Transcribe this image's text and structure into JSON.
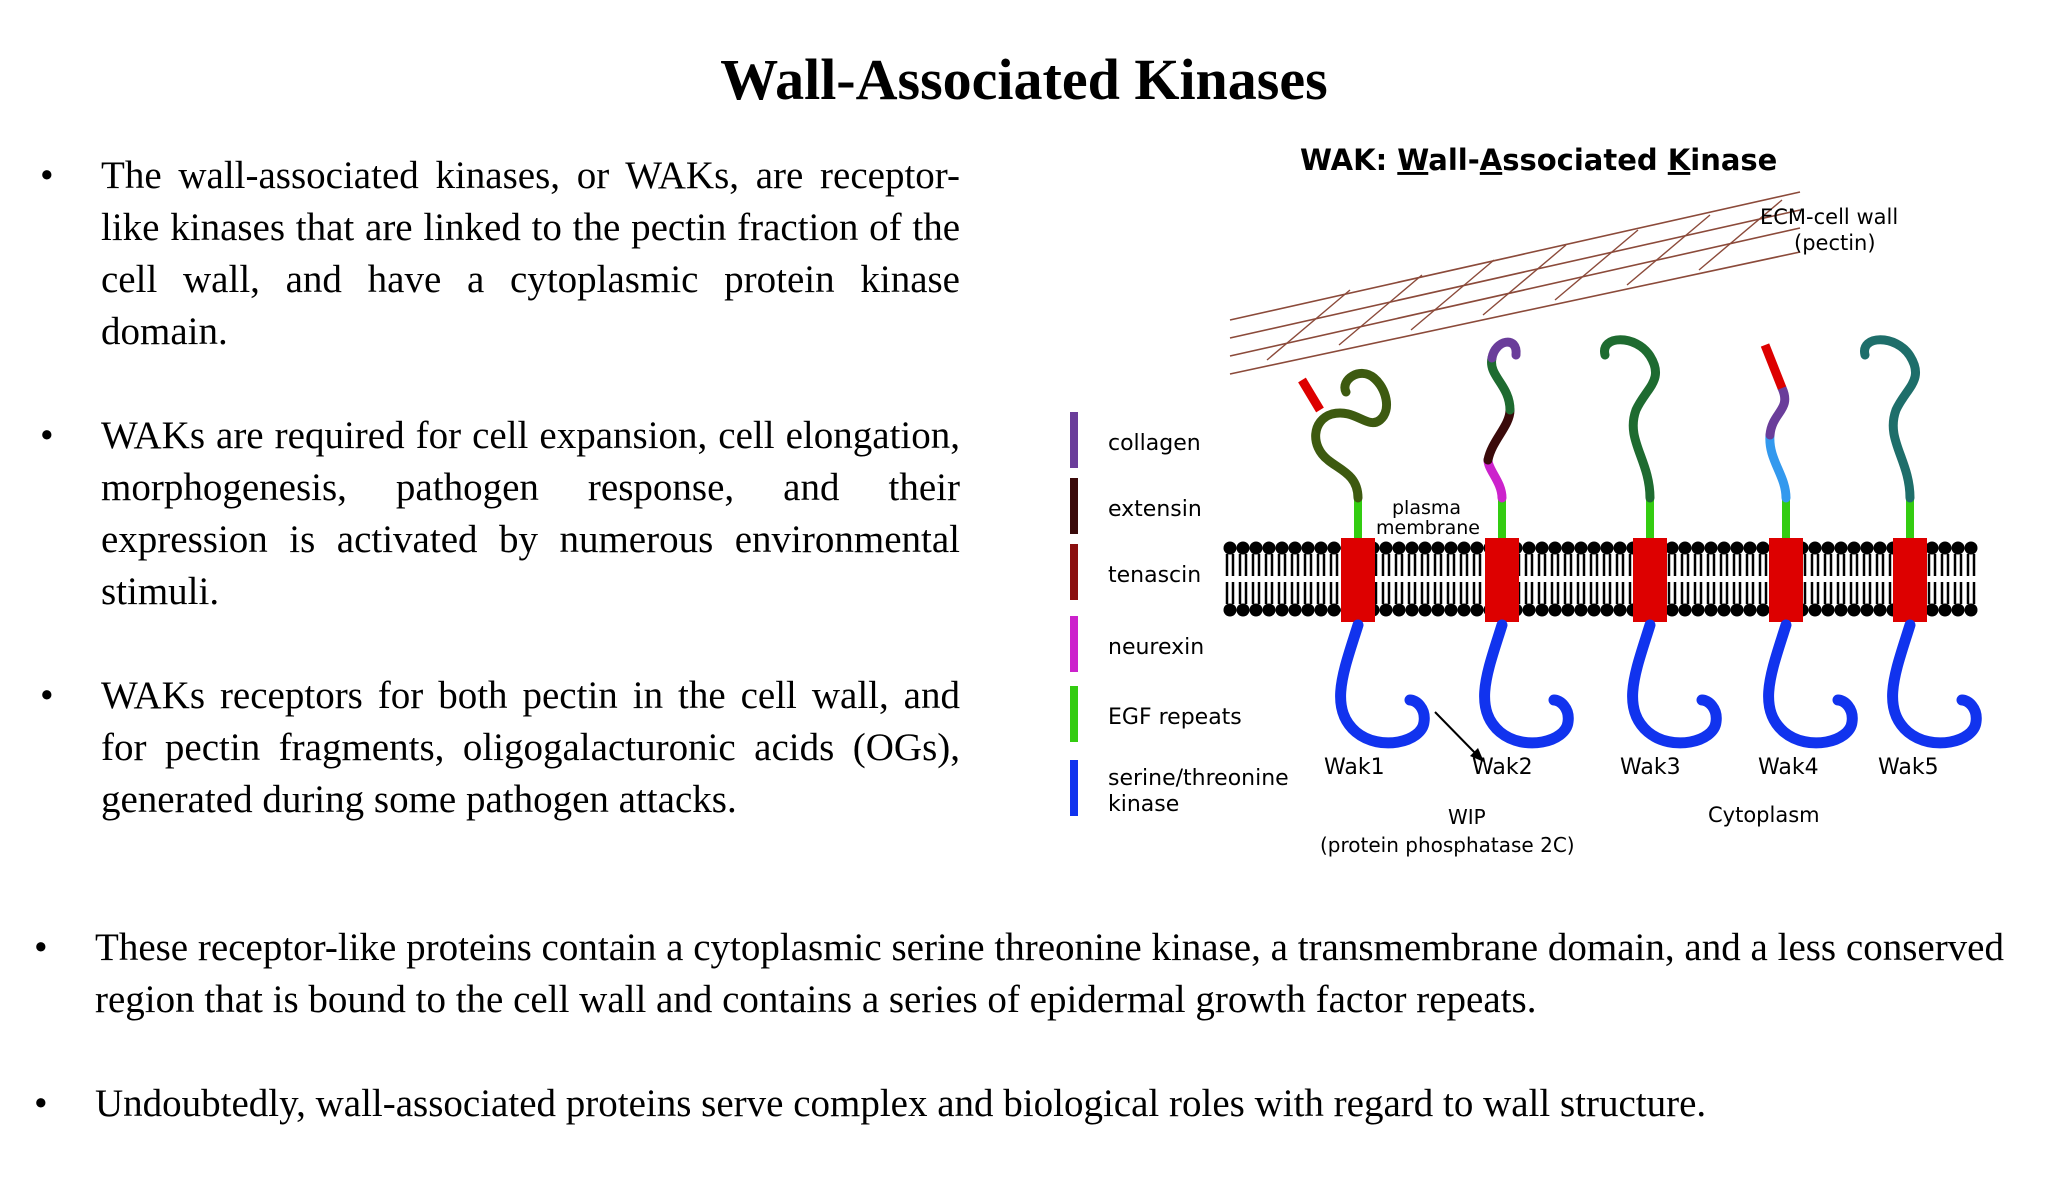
{
  "slide": {
    "title": "Wall-Associated Kinases",
    "bullet_symbol": "•",
    "left_bullets": [
      "The wall-associated kinases, or WAKs, are receptor-like kinases that are linked to the pectin fraction of the cell wall, and have a cytoplasmic protein kinase domain.",
      "WAKs are required for cell expansion, cell elongation, morphogenesis, pathogen response, and their expression is activated by numerous environmental stimuli.",
      "WAKs receptors for both pectin in the cell wall, and for pectin fragments, oligogalacturonic acids (OGs), generated during some pathogen attacks."
    ],
    "bottom_bullets": [
      "These receptor-like proteins contain a cytoplasmic serine threonine kinase, a transmembrane domain, and a less conserved region that is bound to the cell wall and contains a series of epidermal growth factor repeats.",
      "Undoubtedly, wall-associated proteins serve complex and biological roles with regard to wall structure."
    ]
  },
  "diagram": {
    "title_prefix": "WAK: ",
    "title_parts": [
      {
        "u": "W",
        "rest": "all-"
      },
      {
        "u": "A",
        "rest": "ssociated "
      },
      {
        "u": "K",
        "rest": "inase"
      }
    ],
    "ecm_label_line1": "ECM-cell wall",
    "ecm_label_line2": "(pectin)",
    "membrane_label_line1": "plasma",
    "membrane_label_line2": "membrane",
    "wip_label": "WIP",
    "wip_sub_label": "(protein phosphatase 2C)",
    "cytoplasm_label": "Cytoplasm",
    "legend": [
      {
        "label": "collagen",
        "color": "#6a3d9a"
      },
      {
        "label": "extensin",
        "color": "#3a0a0a"
      },
      {
        "label": "tenascin",
        "color": "#8b0f0f"
      },
      {
        "label": "neurexin",
        "color": "#cc22cc"
      },
      {
        "label": "EGF repeats",
        "color": "#33cc11"
      },
      {
        "label": "serine/threonine\nkinase",
        "color": "#1133ee"
      }
    ],
    "waks": [
      "Wak1",
      "Wak2",
      "Wak3",
      "Wak4",
      "Wak5"
    ],
    "colors": {
      "pectin": "#8b4a3a",
      "membrane": "#000000",
      "transmembrane": "#dd0000",
      "kinase": "#1133ee",
      "egf": "#33cc11",
      "wak1_ecto": "#3d5a10",
      "wak3_ecto": "#1e6b30",
      "wak5_ecto": "#1e6e6a",
      "wak4_mid": "#3399ee"
    }
  }
}
